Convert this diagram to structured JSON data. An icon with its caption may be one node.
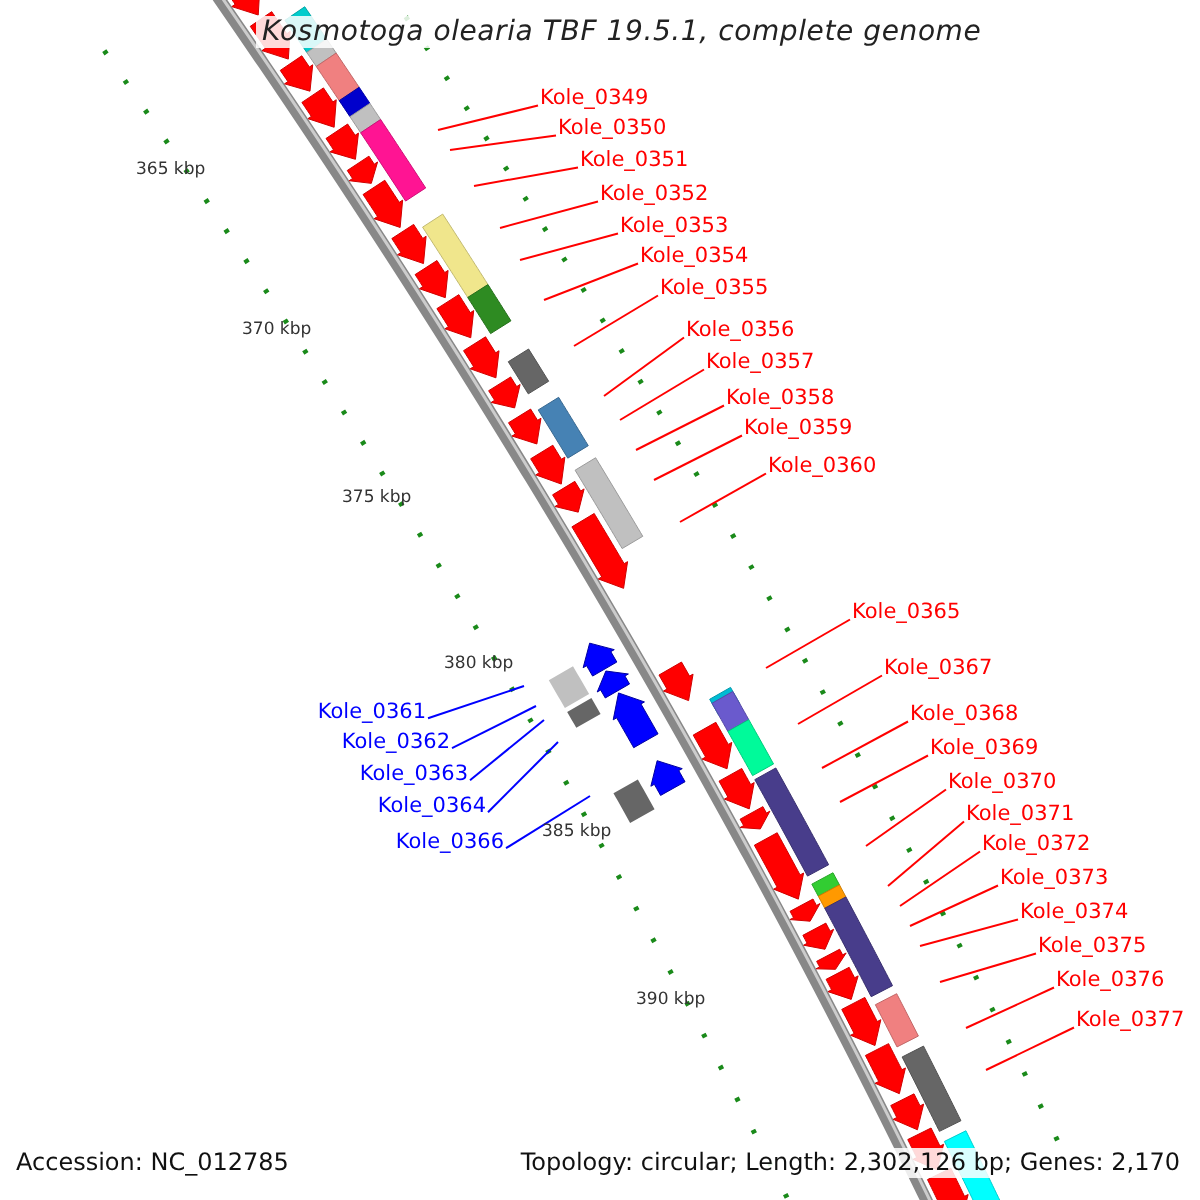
{
  "diagram": {
    "title": "Kosmotoga olearia TBF 19.5.1, complete genome",
    "nodes": [
      {
        "text": [
          "Kole_0349"
        ]
      },
      {
        "text": [
          "Kole_0350"
        ]
      },
      {
        "text": [
          "Kole_0351"
        ]
      },
      {
        "text": [
          "Kole_0352"
        ]
      },
      {
        "text": [
          "Kole_0353"
        ]
      },
      {
        "text": [
          "Kole_0354"
        ]
      },
      {
        "text": [
          "Kole_0355"
        ]
      },
      {
        "text": [
          "Kole_0356"
        ]
      },
      {
        "text": [
          "Kole_0357"
        ]
      },
      {
        "text": [
          "Kole_0358"
        ]
      },
      {
        "text": [
          "Kole_0359"
        ]
      },
      {
        "text": [
          "Kole_0360"
        ]
      },
      {
        "text": [
          "Kole_0365"
        ]
      },
      {
        "text": [
          "Kole_0361"
        ]
      },
      {
        "text": [
          "Kole_0362"
        ]
      },
      {
        "text": [
          "Kole_0363"
        ]
      },
      {
        "text": [
          "Kole_0364"
        ]
      },
      {
        "text": [
          "Kole_0366"
        ]
      },
      {
        "text": [
          "Kole_0367"
        ]
      },
      {
        "text": [
          "Kole_0368"
        ]
      },
      {
        "text": [
          "Kole_0369"
        ]
      },
      {
        "text": [
          "Kole_0370"
        ]
      },
      {
        "text": [
          "Kole_0371"
        ]
      },
      {
        "text": [
          "Kole_0372"
        ]
      },
      {
        "text": [
          "Kole_0373"
        ]
      },
      {
        "text": [
          "Kole_0374"
        ]
      },
      {
        "text": [
          "Kole_0375"
        ]
      },
      {
        "text": [
          "Kole_0376"
        ]
      },
      {
        "text": [
          "Kole_0377"
        ]
      }
    ],
    "edges": [
      {
        "from": 0,
        "to": null,
        "arrow": "none"
      },
      {
        "from": 1,
        "to": null,
        "arrow": "none"
      },
      {
        "from": 2,
        "to": null,
        "arrow": "none"
      },
      {
        "from": 3,
        "to": null,
        "arrow": "none"
      },
      {
        "from": 4,
        "to": null,
        "arrow": "none"
      },
      {
        "from": 5,
        "to": null,
        "arrow": "none"
      },
      {
        "from": 6,
        "to": null,
        "arrow": "none"
      },
      {
        "from": 7,
        "to": null,
        "arrow": "none"
      },
      {
        "from": 8,
        "to": null,
        "arrow": "none"
      },
      {
        "from": 9,
        "to": null,
        "arrow": "none"
      },
      {
        "from": 10,
        "to": null,
        "arrow": "none"
      },
      {
        "from": 11,
        "to": null,
        "arrow": "none"
      },
      {
        "from": 12,
        "to": null,
        "arrow": "none"
      },
      {
        "from": 13,
        "to": null,
        "arrow": "none",
        "color": "#0000ff"
      },
      {
        "from": 14,
        "to": null,
        "arrow": "none",
        "color": "#0000ff"
      },
      {
        "from": 15,
        "to": null,
        "arrow": "none",
        "color": "#0000ff"
      },
      {
        "from": 16,
        "to": null,
        "arrow": "none",
        "color": "#0000ff"
      },
      {
        "from": 17,
        "to": null,
        "arrow": "none",
        "color": "#0000ff"
      },
      {
        "from": 18,
        "to": null,
        "arrow": "none"
      },
      {
        "from": 19,
        "to": null,
        "arrow": "none"
      },
      {
        "from": 20,
        "to": null,
        "arrow": "none"
      },
      {
        "from": 21,
        "to": null,
        "arrow": "none"
      },
      {
        "from": 22,
        "to": null,
        "arrow": "none"
      },
      {
        "from": 23,
        "to": null,
        "arrow": "none"
      },
      {
        "from": 24,
        "to": null,
        "arrow": "none"
      },
      {
        "from": 25,
        "to": null,
        "arrow": "none"
      },
      {
        "from": 26,
        "to": null,
        "arrow": "none"
      },
      {
        "from": 27,
        "to": null,
        "arrow": "none"
      },
      {
        "from": 28,
        "to": null,
        "arrow": "none"
      }
    ],
    "labels": [
      "365 kbp",
      "370 kbp",
      "375 kbp",
      "380 kbp",
      "385 kbp",
      "390 kbp",
      "Accession: NC_012785",
      "Topology: circular; Length: 2,302,126 bp; Genes: 2,170"
    ]
  }
}
